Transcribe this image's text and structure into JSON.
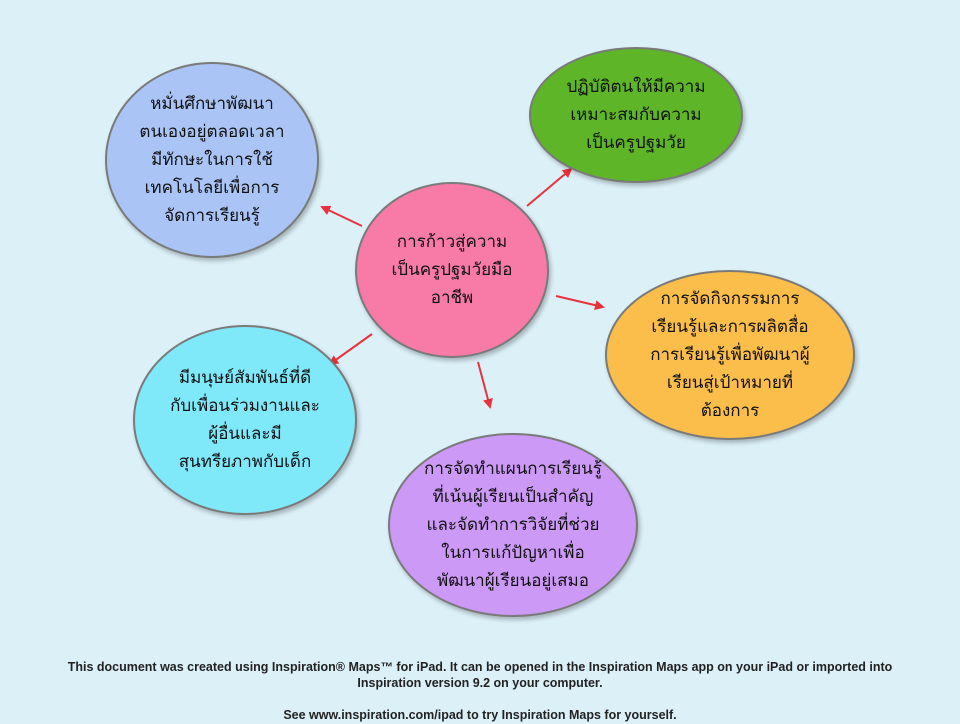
{
  "colors": {
    "background": "#dcf0f8",
    "arrow": "#e8323c"
  },
  "center": {
    "text": "การก้าวสู่ความ\nเป็นครูปฐมวัยมือ\nอาชีพ",
    "color": "#f77aa7"
  },
  "nodes": [
    {
      "id": "self-development",
      "text": "หมั่นศึกษาพัฒนา\nตนเองอยู่ตลอดเวลา\nมีทักษะในการใช้\nเทคโนโลยีเพื่อการ\nจัดการเรียนรู้",
      "color": "#a9c4f5"
    },
    {
      "id": "conduct",
      "text": "ปฏิบัติตนให้มีความ\nเหมาะสมกับความ\nเป็นครูปฐมวัย",
      "color": "#5db527"
    },
    {
      "id": "activities",
      "text": "การจัดกิจกรรมการ\nเรียนรู้และการผลิตสื่อ\nการเรียนรู้เพื่อพัฒนาผู้\nเรียนสู่เป้าหมายที่\nต้องการ",
      "color": "#fbbe4a"
    },
    {
      "id": "lesson-planning",
      "text": "การจัดทำแผนการเรียนรู้\nที่เน้นผู้เรียนเป็นสำคัญ\nและจัดทำการวิจัยที่ช่วย\nในการแก้ปัญหาเพื่อ\nพัฒนาผู้เรียนอยู่เสมอ",
      "color": "#cc99f7"
    },
    {
      "id": "relationships",
      "text": "มีมนุษย์สัมพันธ์ที่ดี\nกับเพื่อนร่วมงานและ\nผู้อื่นและมี\nสุนทรียภาพกับเด็ก",
      "color": "#7fe8f9"
    }
  ],
  "footer": {
    "line1": "This document was created using Inspiration® Maps™ for iPad. It can be opened in the Inspiration Maps app on your iPad or imported into",
    "line2": "Inspiration version 9.2 on your computer.",
    "line3": "See www.inspiration.com/ipad to try Inspiration Maps for yourself."
  }
}
